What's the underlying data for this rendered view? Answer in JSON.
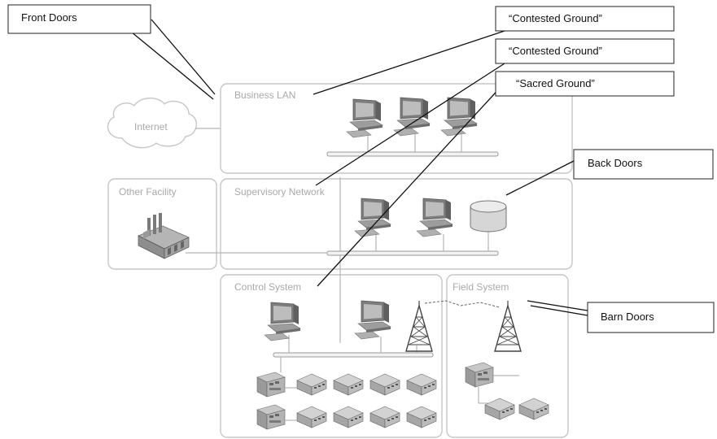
{
  "zones": {
    "internet": "Internet",
    "business_lan": "Business LAN",
    "other_facility": "Other Facility",
    "supervisory_network": "Supervisory Network",
    "control_system": "Control System",
    "field_system": "Field System"
  },
  "callouts": {
    "front_doors": "Front Doors",
    "contested_ground_1": "“Contested Ground”",
    "contested_ground_2": "“Contested Ground”",
    "sacred_ground": "“Sacred Ground”",
    "back_doors": "Back Doors",
    "barn_doors": "Barn Doors"
  },
  "colors": {
    "zone_border": "#c6c6c6",
    "zone_text": "#a9a9a9",
    "device_gray": "#8a8a8a",
    "callout_border": "#222222"
  },
  "icons": {
    "cloud": "cloud-icon",
    "computer": "computer-workstation-icon",
    "factory": "factory-icon",
    "database": "database-cylinder-icon",
    "tower": "radio-tower-icon",
    "controller": "plc-controller-icon",
    "field_device": "field-device-icon"
  }
}
